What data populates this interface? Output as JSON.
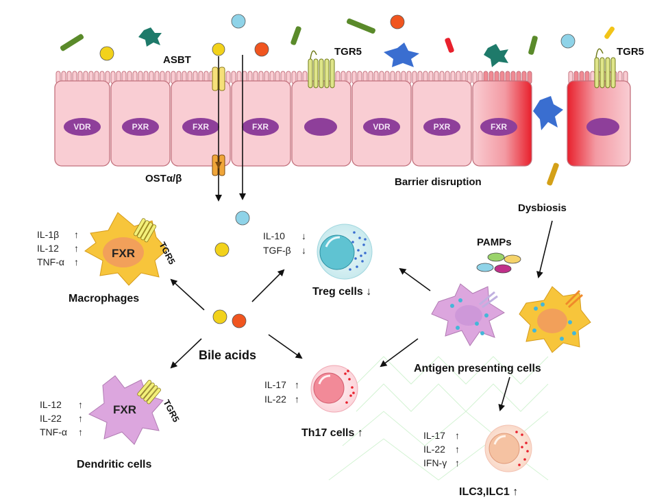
{
  "receptors": {
    "asbt": "ASBT",
    "tgr5_left": "TGR5",
    "tgr5_right": "TGR5",
    "ost": "OSTα/β"
  },
  "nuclei": {
    "n1": "VDR",
    "n2": "PXR",
    "n3": "FXR",
    "n4": "FXR",
    "n5": "",
    "n6": "VDR",
    "n7": "PXR",
    "n8": "FXR",
    "n9": ""
  },
  "labels": {
    "barrier": "Barrier disruption",
    "dysbiosis": "Dysbiosis",
    "pamps": "PAMPs",
    "bile_acids": "Bile acids",
    "apc": "Antigen presenting cells"
  },
  "macrophage": {
    "title": "Macrophages",
    "receptor": "FXR",
    "membrane_receptor": "TGR5",
    "cytokines": [
      "IL-1β",
      "IL-12",
      "TNF-α"
    ],
    "arrows": [
      "↑",
      "↑",
      "↑"
    ]
  },
  "dendritic": {
    "title": "Dendritic cells",
    "receptor": "FXR",
    "membrane_receptor": "TGR5",
    "cytokines": [
      "IL-12",
      "IL-22",
      "TNF-α"
    ],
    "arrows": [
      "↑",
      "↑",
      "↑"
    ]
  },
  "treg": {
    "title": "Treg cells ↓",
    "cytokines": [
      "IL-10",
      "TGF-β"
    ],
    "arrows": [
      "↓",
      "↓"
    ]
  },
  "th17": {
    "title": "Th17 cells ↑",
    "cytokines": [
      "IL-17",
      "IL-22"
    ],
    "arrows": [
      "↑",
      "↑"
    ]
  },
  "ilc": {
    "title": "ILC3,ILC1 ↑",
    "cytokines": [
      "IL-17",
      "IL-22",
      "IFN-γ"
    ],
    "arrows": [
      "↑",
      "↑",
      "↑"
    ]
  },
  "colors": {
    "cell_fill": "#f9cdd3",
    "cell_stroke": "#c2707c",
    "nucleus": "#8e3f9a",
    "disrupted": "#e8202c",
    "yellow_ba": "#f2d21b",
    "blue_ba": "#8fd3e8",
    "orange_ba": "#f0551f",
    "macrophage": "#f7c53b",
    "dendritic": "#dca6de",
    "treg": "#5fc3d2",
    "th17": "#f28a98"
  }
}
